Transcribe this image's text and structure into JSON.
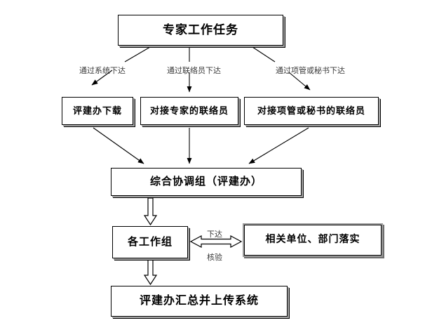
{
  "diagram": {
    "title_node": {
      "label": "专家工作任务"
    },
    "row2": [
      {
        "id": "download",
        "label": "评建办下载"
      },
      {
        "id": "expert-liaison",
        "label": "对接专家的联络员"
      },
      {
        "id": "pm-liaison",
        "label": "对接项管或秘书的联络员"
      }
    ],
    "coordination_node": {
      "label": "综合协调组（评建办）"
    },
    "workgroups_node": {
      "label": "各工作组"
    },
    "units_node": {
      "label": "相关单位、部门落实"
    },
    "summary_node": {
      "label": "评建办汇总并上传系统"
    },
    "edge_labels": {
      "via_system": "通过系统下达",
      "via_liaison": "通过联络员下达",
      "via_pm": "通过项管或秘书下达",
      "issue": "下达",
      "verify": "核验"
    },
    "colors": {
      "line": "#000000",
      "box_fill": "#ffffff",
      "shadow": "#a6a6a6",
      "plate": "#6e6e6e",
      "label_text": "#3a3a3a"
    }
  }
}
